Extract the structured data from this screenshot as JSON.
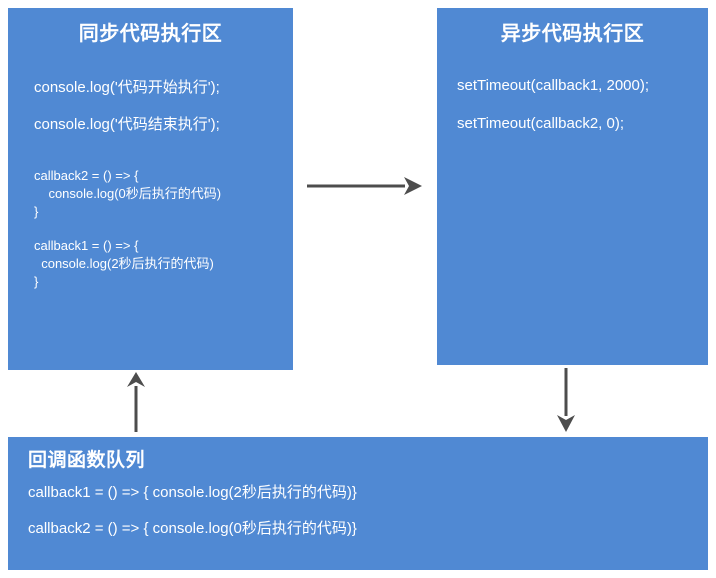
{
  "diagram": {
    "title_internal": "JavaScript Event Loop Diagram",
    "box_color": "#5089D3",
    "arrow_color": "#4D4D4D",
    "text_color": "#FFFFFF"
  },
  "sync_box": {
    "title": "同步代码执行区",
    "statements": [
      "console.log('代码开始执行');",
      "console.log('代码结束执行');"
    ],
    "callback_defs": [
      {
        "line1": "callback2 = () => {",
        "line2": "    console.log(0秒后执行的代码)",
        "line3": "}"
      },
      {
        "line1": "callback1 = () => {",
        "line2": "  console.log(2秒后执行的代码)",
        "line3": "}"
      }
    ]
  },
  "async_box": {
    "title": "异步代码执行区",
    "statements": [
      "setTimeout(callback1, 2000);",
      "setTimeout(callback2, 0);"
    ]
  },
  "queue_box": {
    "title": "回调函数队列",
    "entries": [
      "callback1 = () => { console.log(2秒后执行的代码)}",
      "callback2 = () => { console.log(0秒后执行的代码)}"
    ]
  },
  "arrows": {
    "sync_to_async": "right-arrow",
    "async_to_queue": "down-arrow",
    "queue_to_sync": "up-arrow"
  }
}
